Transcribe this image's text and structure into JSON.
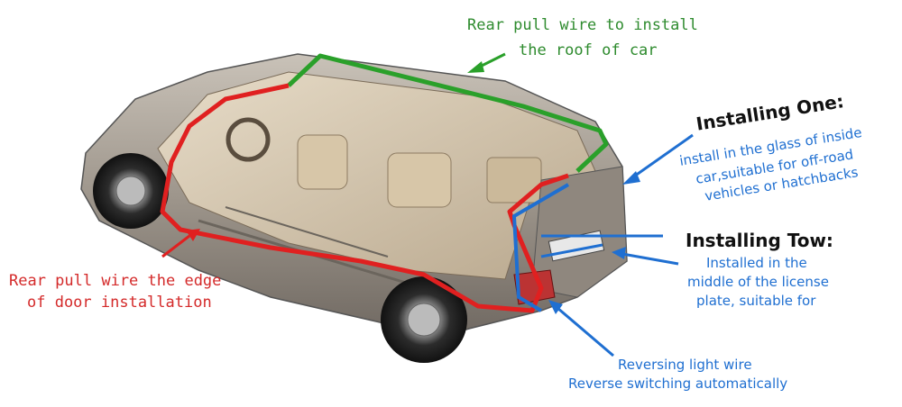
{
  "labels": {
    "roof": [
      "Rear pull wire to install",
      "the roof of car"
    ],
    "door": [
      "Rear pull wire the edge",
      "of door installation"
    ],
    "one_title": "Installing One:",
    "one_text": [
      "install in the glass of inside",
      "car,suitable for off-road",
      "vehicles or hatchbacks"
    ],
    "two_title": "Installing Tow:",
    "two_text": [
      "Installed in the",
      "middle of the license",
      "plate, suitable for"
    ],
    "reverse": [
      "Reversing light wire",
      "Reverse switching automatically"
    ]
  },
  "colors": {
    "roof_wire": "#2aa02a",
    "door_wire": "#e02020",
    "blue_wire": "#1f6fd1"
  }
}
